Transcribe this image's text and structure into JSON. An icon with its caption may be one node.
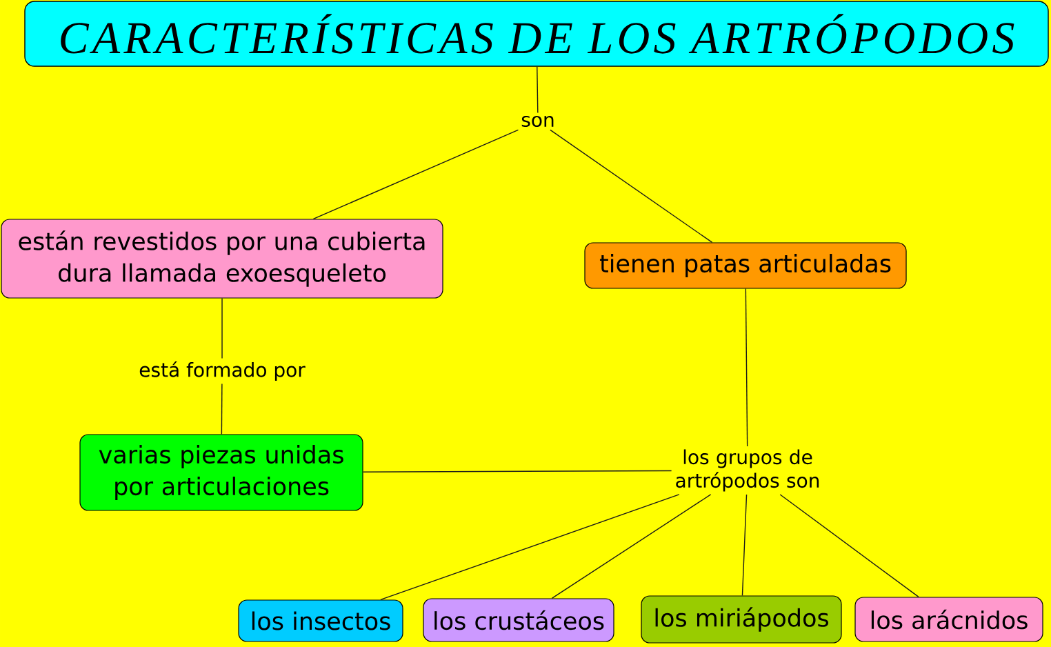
{
  "diagram": {
    "nodes": [
      {
        "text": [
          "CARACTERÍSTICAS DE LOS ARTRÓPODOS"
        ]
      },
      {
        "text": [
          "son"
        ]
      },
      {
        "text": [
          "están revestidos por una cubierta dura llamada exoesqueleto"
        ]
      },
      {
        "text": [
          "tienen patas articuladas"
        ]
      },
      {
        "text": [
          "está formado por"
        ]
      },
      {
        "text": [
          "varias piezas unidas por articulaciones"
        ]
      },
      {
        "text": [
          "los grupos de artrópodos son"
        ]
      },
      {
        "text": [
          "los insectos"
        ]
      },
      {
        "text": [
          "los crustáceos"
        ]
      },
      {
        "text": [
          "los miriápodos"
        ]
      },
      {
        "text": [
          "los arácnidos"
        ]
      }
    ],
    "edges": [
      {
        "from": 0,
        "to": 1,
        "arrow": "none"
      },
      {
        "from": 1,
        "to": 2,
        "arrow": "none"
      },
      {
        "from": 1,
        "to": 3,
        "arrow": "none"
      },
      {
        "from": 2,
        "to": 4,
        "arrow": "none"
      },
      {
        "from": 4,
        "to": 5,
        "arrow": "none"
      },
      {
        "from": 3,
        "to": 6,
        "arrow": "none"
      },
      {
        "from": 5,
        "to": 6,
        "arrow": "none"
      },
      {
        "from": 6,
        "to": 7,
        "arrow": "none"
      },
      {
        "from": 6,
        "to": 8,
        "arrow": "none"
      },
      {
        "from": 6,
        "to": 9,
        "arrow": "none"
      },
      {
        "from": 6,
        "to": 10,
        "arrow": "none"
      }
    ]
  }
}
